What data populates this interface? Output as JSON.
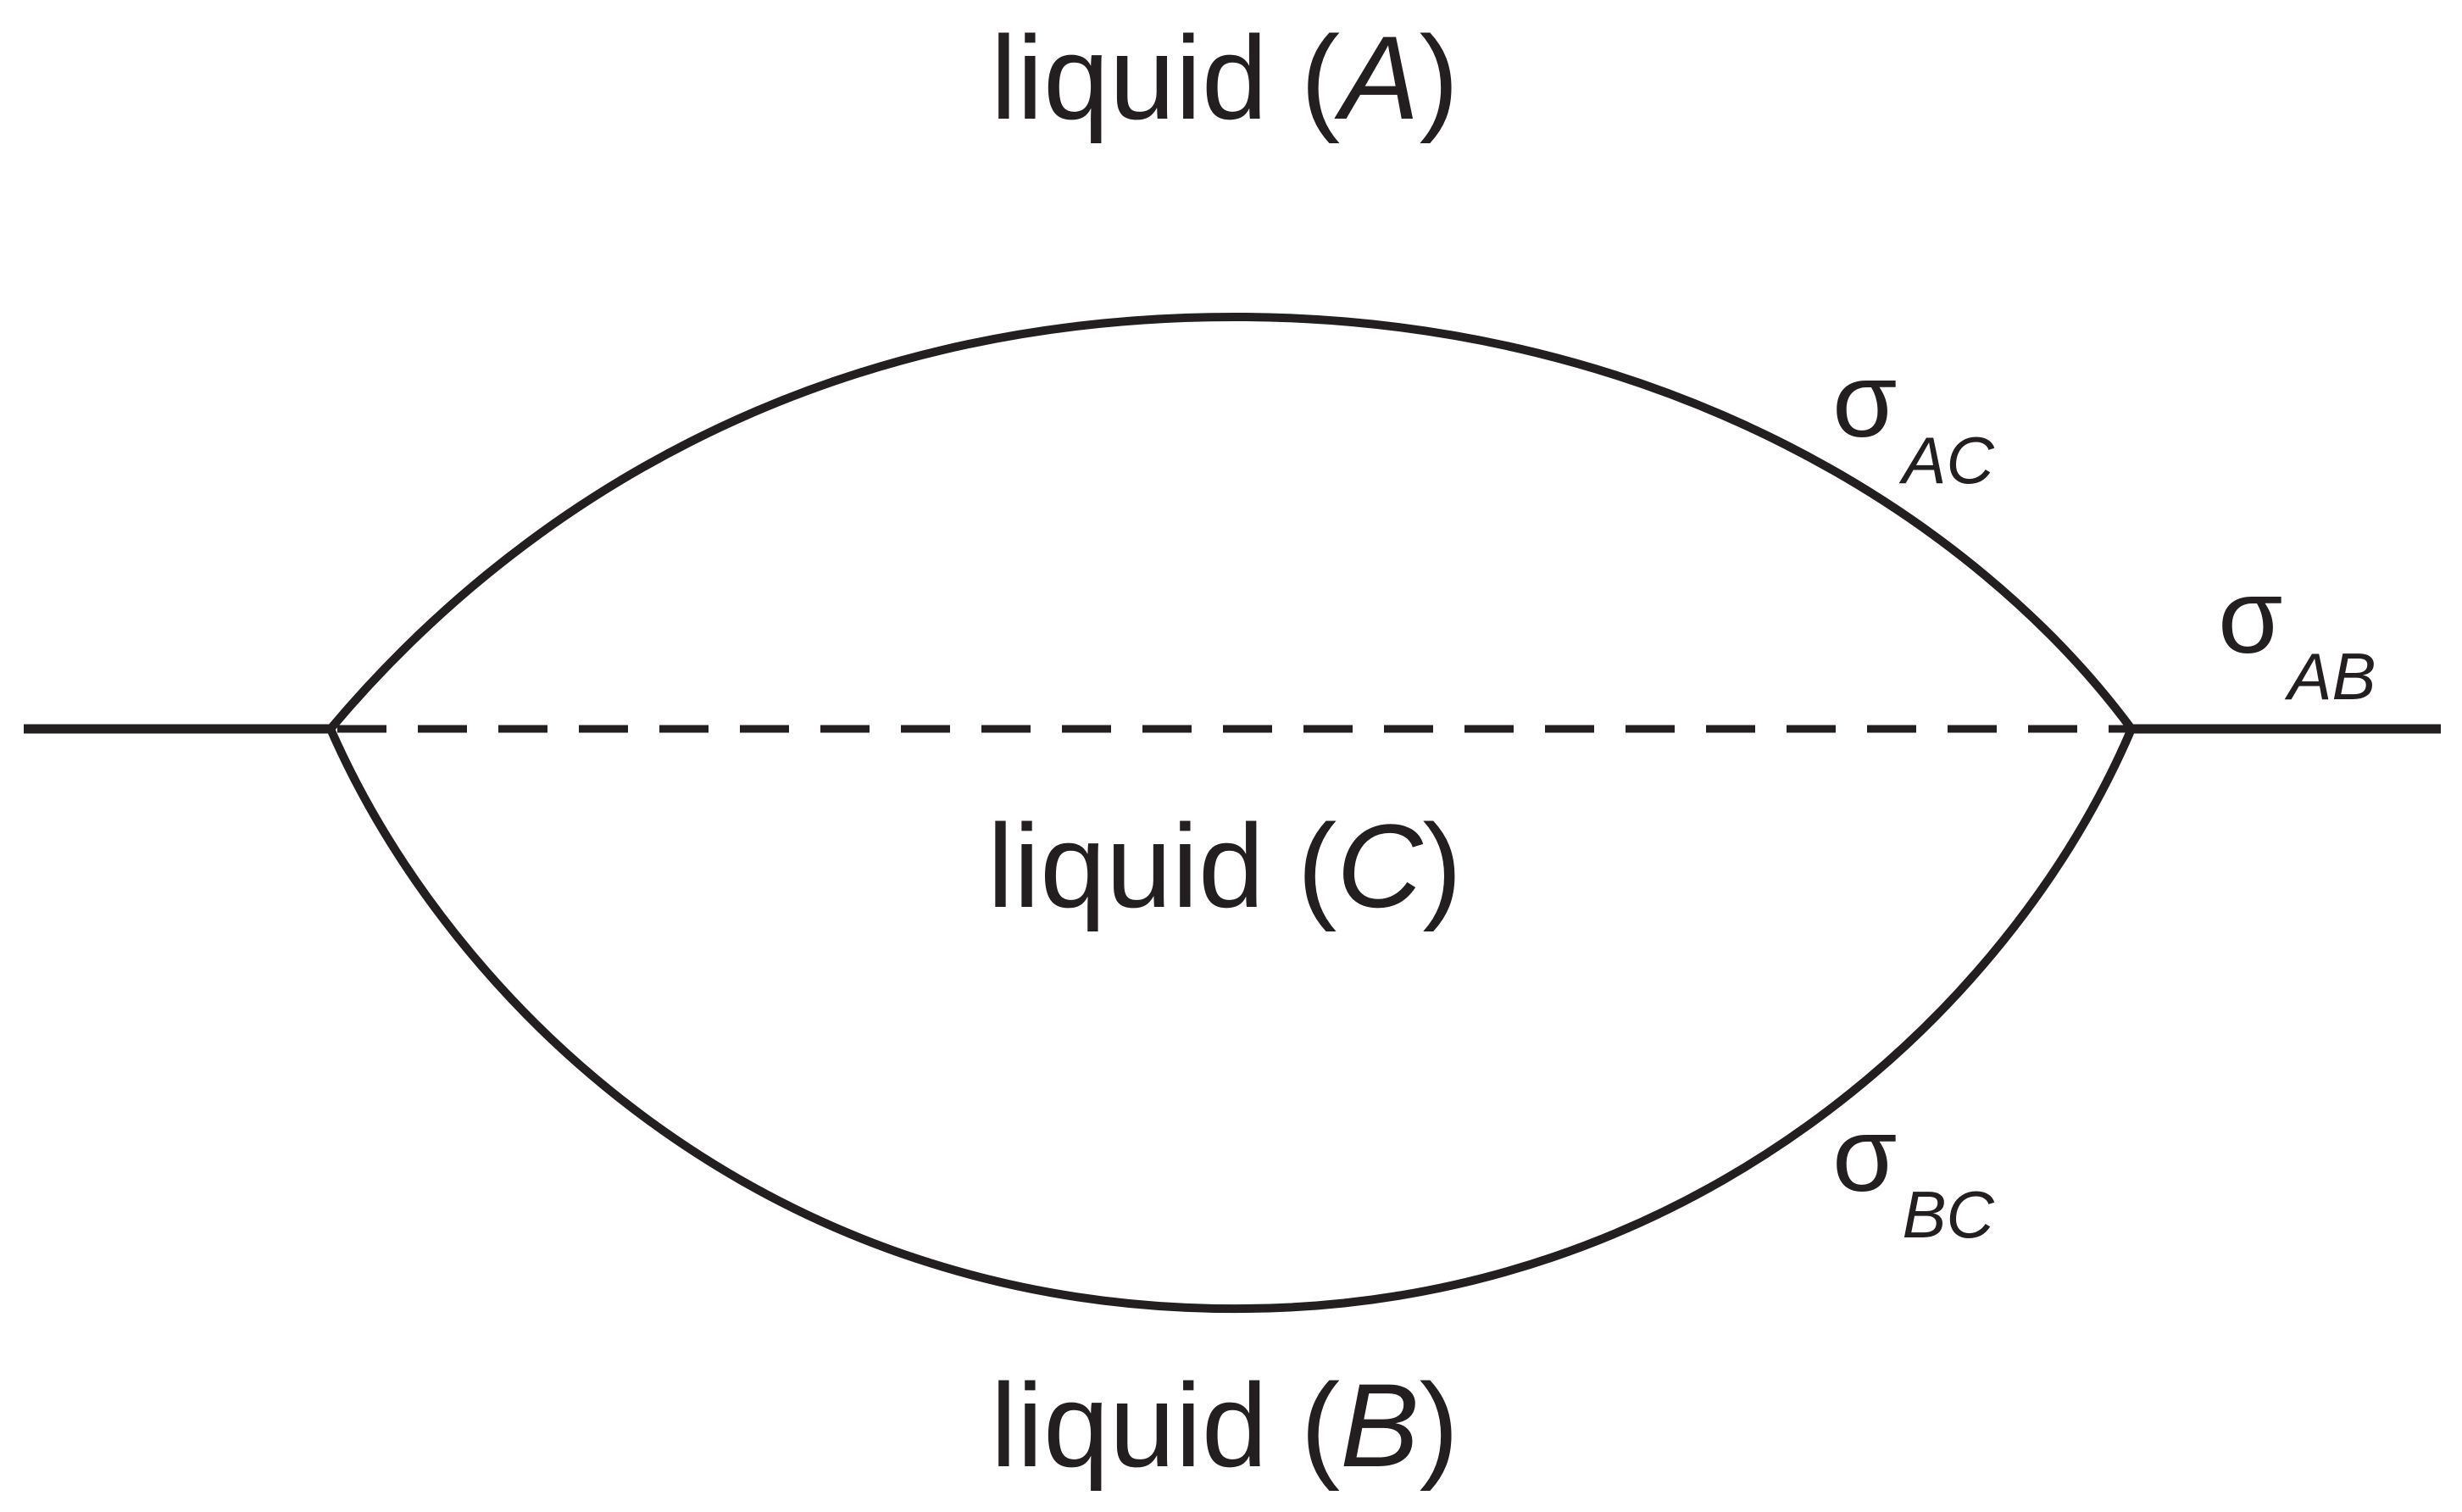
{
  "diagram": {
    "phase_a": {
      "word": "liquid",
      "open": "(",
      "letter": "A",
      "close": ")"
    },
    "phase_c": {
      "word": "liquid",
      "open": "(",
      "letter": "C",
      "close": ")"
    },
    "phase_b": {
      "word": "liquid",
      "open": "(",
      "letter": "B",
      "close": ")"
    },
    "tension_ac": {
      "symbol": "σ",
      "subscript": "AC"
    },
    "tension_ab": {
      "symbol": "σ",
      "subscript": "AB"
    },
    "tension_bc": {
      "symbol": "σ",
      "subscript": "BC"
    },
    "colors": {
      "stroke": "#231f20",
      "background": "#ffffff"
    }
  }
}
